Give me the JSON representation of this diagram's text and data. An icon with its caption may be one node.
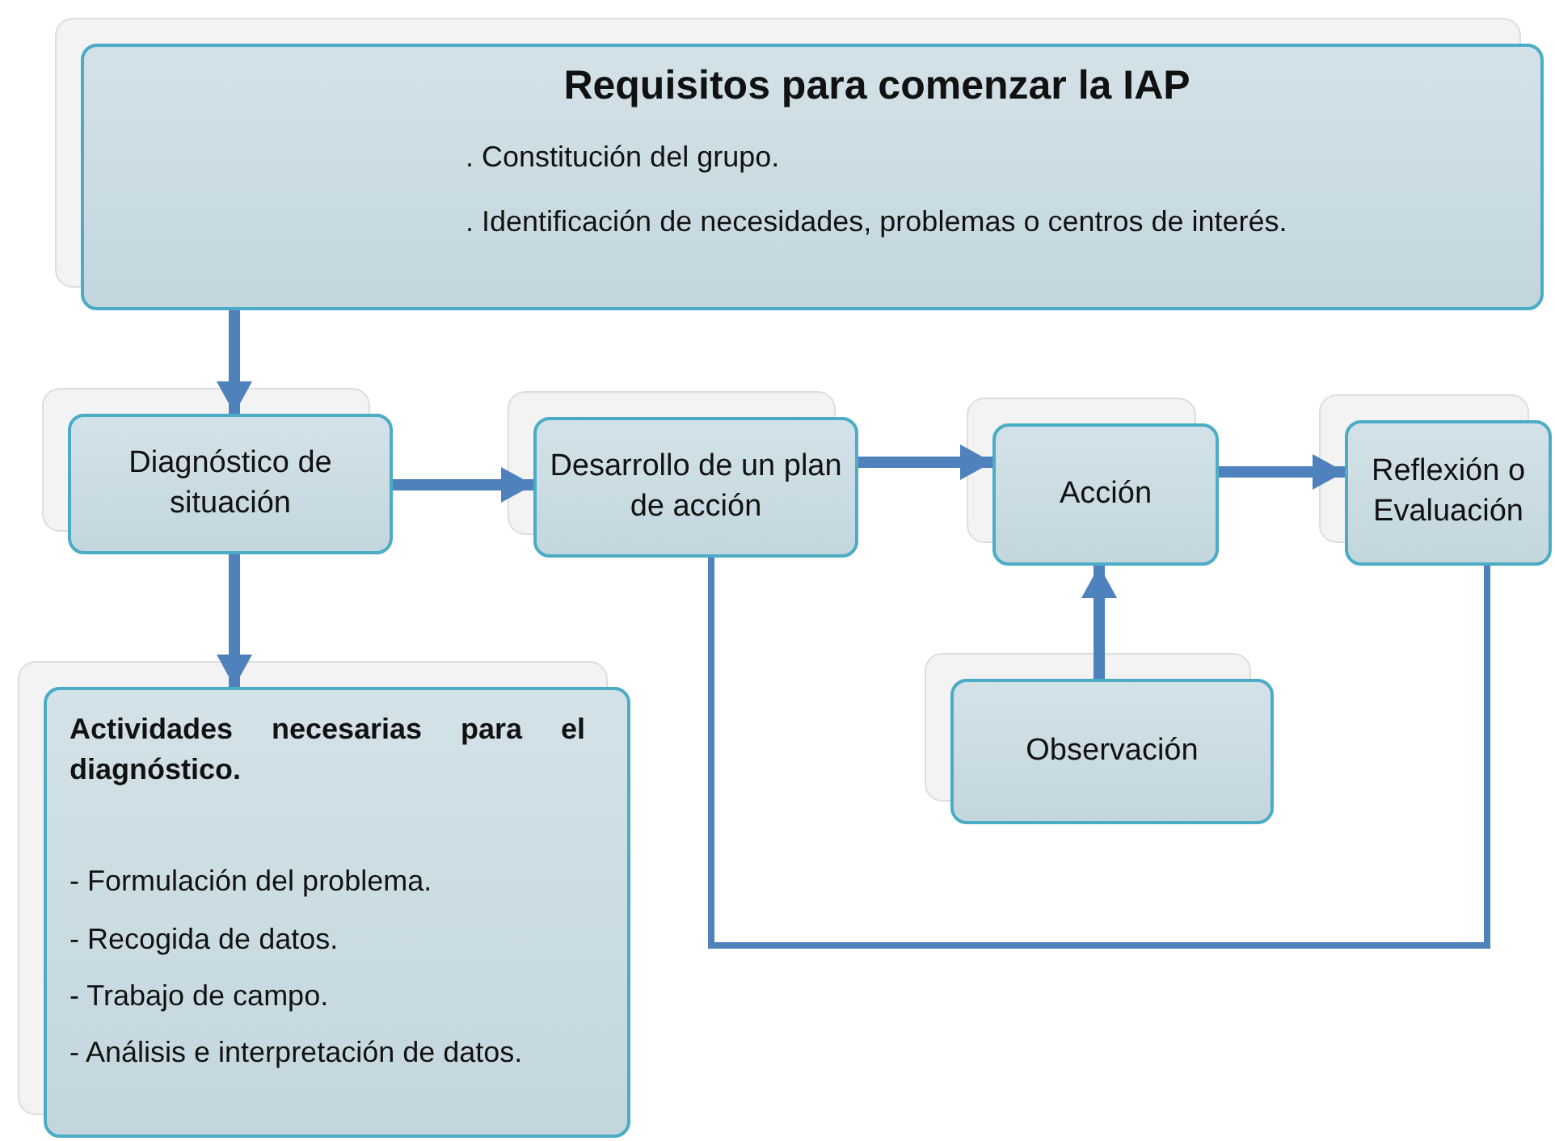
{
  "diagram": {
    "nodes": [
      {
        "text": [
          "Requisitos para comenzar la IAP",
          ". Constitución del grupo.",
          ". Identificación de necesidades, problemas o centros de interés."
        ]
      },
      {
        "text": [
          "Diagnóstico de situación"
        ]
      },
      {
        "text": [
          "Desarrollo de un plan de acción"
        ]
      },
      {
        "text": [
          "Acción"
        ]
      },
      {
        "text": [
          "Reflexión o Evaluación"
        ]
      },
      {
        "text": [
          "Observación"
        ]
      },
      {
        "text": [
          "Actividades necesarias para el diagnóstico.",
          "- Formulación del problema.",
          "- Recogida de datos.",
          "- Trabajo de campo.",
          "- Análisis e interpretación de datos."
        ]
      }
    ],
    "edges": [
      {
        "from": 0,
        "to": 1,
        "arrow": "to"
      },
      {
        "from": 1,
        "to": 2,
        "arrow": "to"
      },
      {
        "from": 2,
        "to": 3,
        "arrow": "to"
      },
      {
        "from": 3,
        "to": 4,
        "arrow": "to"
      },
      {
        "from": 1,
        "to": 6,
        "arrow": "to"
      },
      {
        "from": 5,
        "to": 3,
        "arrow": "to"
      },
      {
        "from": 4,
        "to": 2,
        "arrow": "none"
      }
    ]
  }
}
